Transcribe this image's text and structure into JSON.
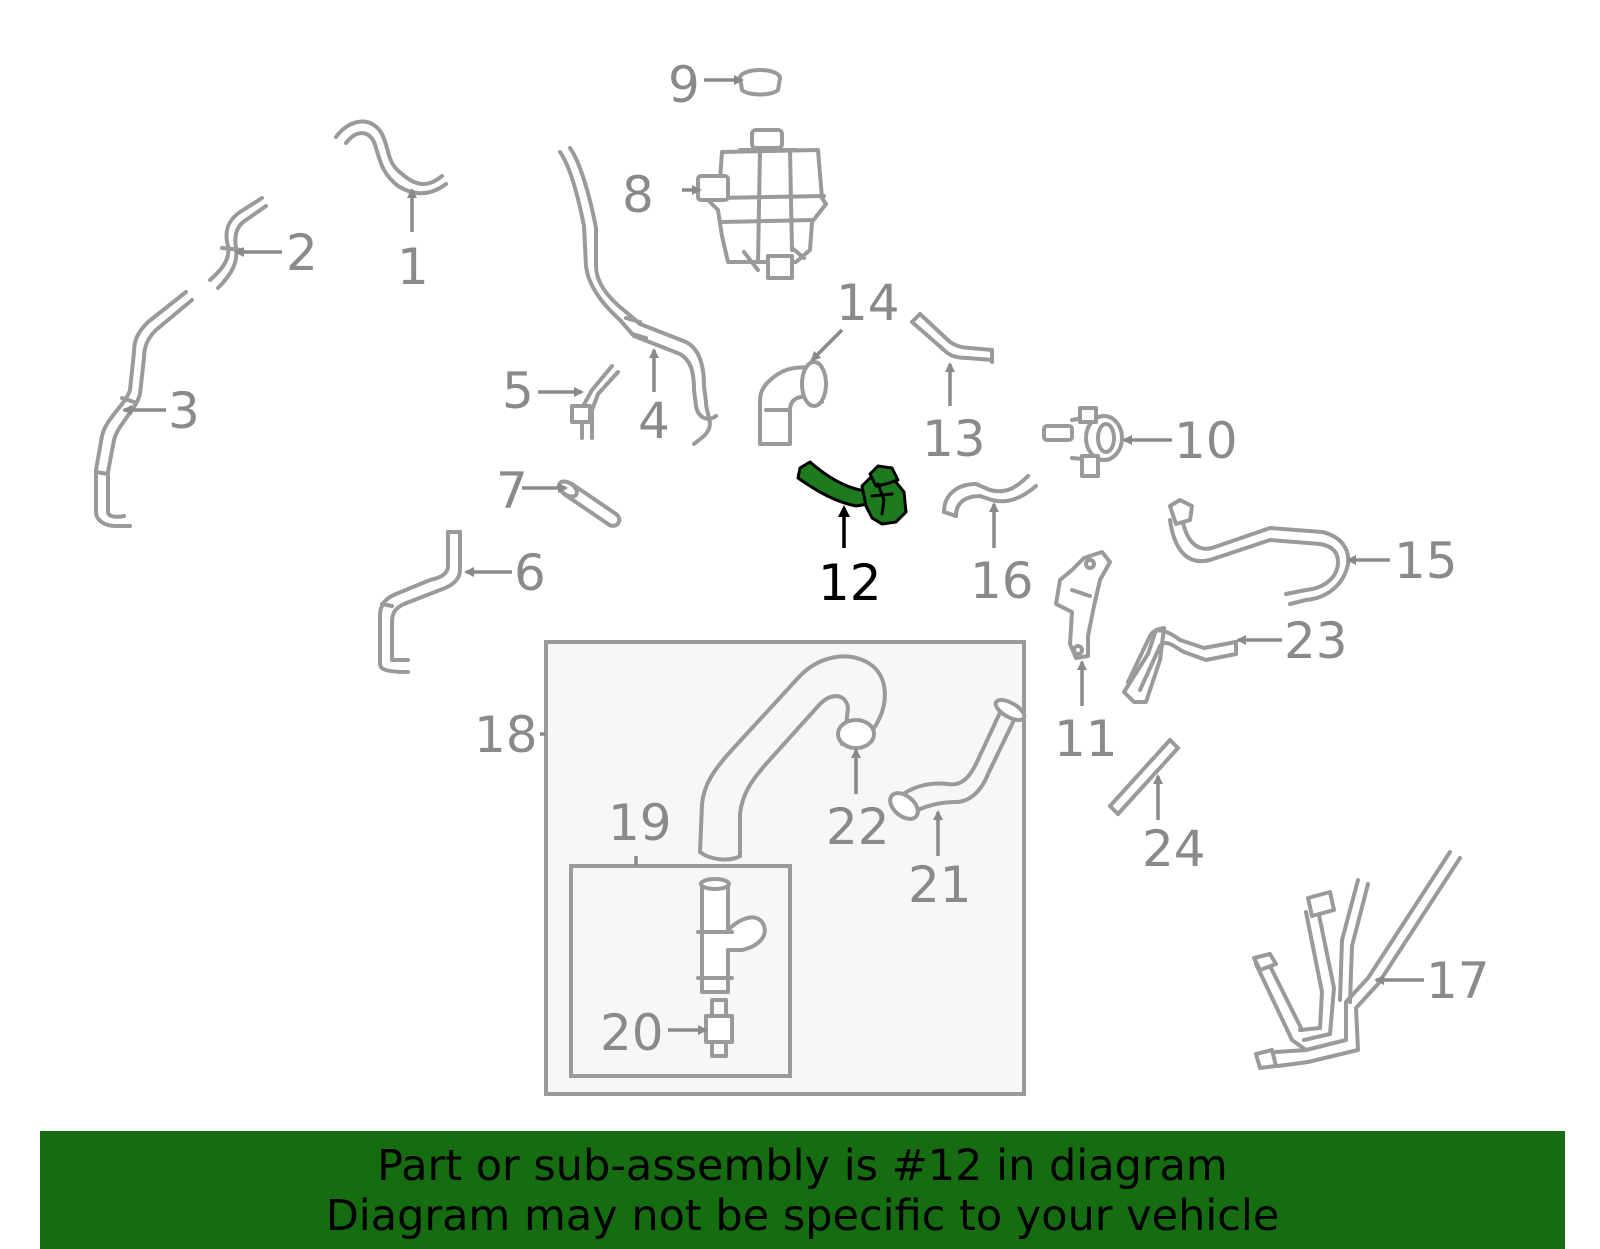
{
  "highlight_color": "#1e7a1e",
  "banner_color": "#166c11",
  "highlighted_part": "12",
  "callouts": [
    "1",
    "2",
    "3",
    "4",
    "5",
    "6",
    "7",
    "8",
    "9",
    "10",
    "11",
    "12",
    "13",
    "14",
    "15",
    "16",
    "17",
    "18",
    "19",
    "20",
    "21",
    "22",
    "23",
    "24"
  ],
  "banner": {
    "line1": "Part or sub-assembly is #12 in diagram",
    "line2": "Diagram may not be specific to your vehicle"
  }
}
